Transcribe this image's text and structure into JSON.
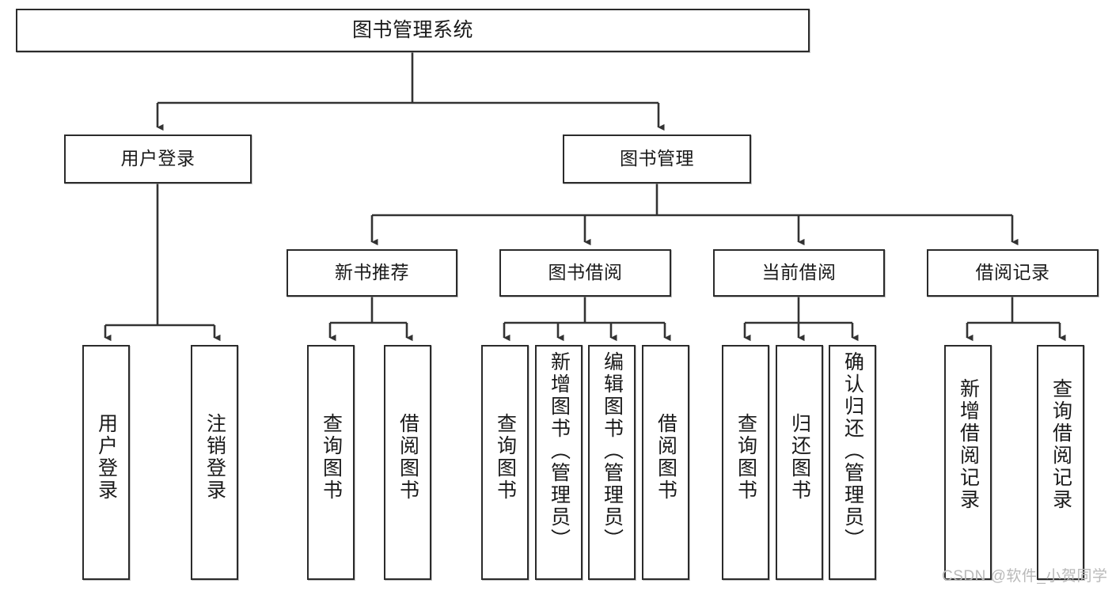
{
  "diagram": {
    "title": "图书管理系统",
    "type": "hierarchy-tree",
    "watermark": "CSDN @软件_小贺同学",
    "colors": {
      "box_border": "#2b2b2b",
      "box_fill": "#ffffff",
      "connector": "#333333",
      "text": "#1a1a1a",
      "watermark": "#b9b9b9"
    },
    "levels": {
      "root": {
        "label": "图书管理系统"
      },
      "level2": [
        {
          "label": "用户登录"
        },
        {
          "label": "图书管理"
        }
      ],
      "level3": [
        {
          "label": "新书推荐"
        },
        {
          "label": "图书借阅"
        },
        {
          "label": "当前借阅"
        },
        {
          "label": "借阅记录"
        }
      ],
      "leaves": [
        {
          "label": "用户登录",
          "parent": "用户登录"
        },
        {
          "label": "注销登录",
          "parent": "用户登录"
        },
        {
          "label": "查询图书",
          "parent": "新书推荐"
        },
        {
          "label": "借阅图书",
          "parent": "新书推荐"
        },
        {
          "label": "查询图书",
          "parent": "图书借阅"
        },
        {
          "label": "新增图书（管理员）",
          "parent": "图书借阅"
        },
        {
          "label": "编辑图书（管理员）",
          "parent": "图书借阅"
        },
        {
          "label": "借阅图书",
          "parent": "图书借阅"
        },
        {
          "label": "查询图书",
          "parent": "当前借阅"
        },
        {
          "label": "归还图书",
          "parent": "当前借阅"
        },
        {
          "label": "确认归还（管理员）",
          "parent": "当前借阅"
        },
        {
          "label": "新增借阅记录",
          "parent": "借阅记录"
        },
        {
          "label": "查询借阅记录",
          "parent": "借阅记录"
        }
      ]
    }
  }
}
